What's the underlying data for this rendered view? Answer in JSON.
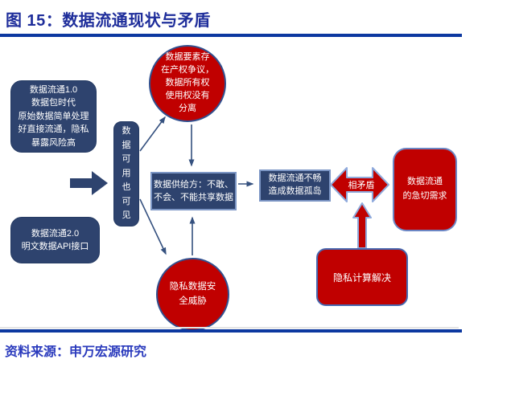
{
  "header": {
    "title": "图 15：数据流通现状与矛盾"
  },
  "footer": {
    "source": "资料来源：申万宏源研究"
  },
  "colors": {
    "navy_fill": "#2E436E",
    "red_fill": "#C00000",
    "title_blue": "#1F2E9B",
    "rule_blue": "#0C38A0",
    "source_blue": "#2B3BBD",
    "connector_blue": "#35517F",
    "light_blue_border": "#7C96C5",
    "arrow_outline": "#8FAADC"
  },
  "diagram": {
    "nodes": {
      "flow1": {
        "text": "数据流通1.0\n数据包时代\n原始数据简单处理\n好直接流通，隐私\n暴露风险高"
      },
      "flow2": {
        "text": "数据流通2.0\n明文数据API接口"
      },
      "visible": {
        "text": "数\n据\n可\n用\n也\n可\n见"
      },
      "ownership": {
        "text": "数据要素存\n在产权争议，\n数据所有权\n使用权没有\n分离"
      },
      "supply": {
        "text": "数据供给方：不敢、\n不会、不能共享数据"
      },
      "threat": {
        "text": "隐私数据安\n全威胁"
      },
      "isolated": {
        "text": "数据流通不畅\n造成数据孤岛"
      },
      "contradiction": {
        "text": "相矛盾"
      },
      "demand": {
        "text": "数据流通\n的急切需求"
      },
      "privacy_computing": {
        "text": "隐私计算解决"
      }
    }
  }
}
